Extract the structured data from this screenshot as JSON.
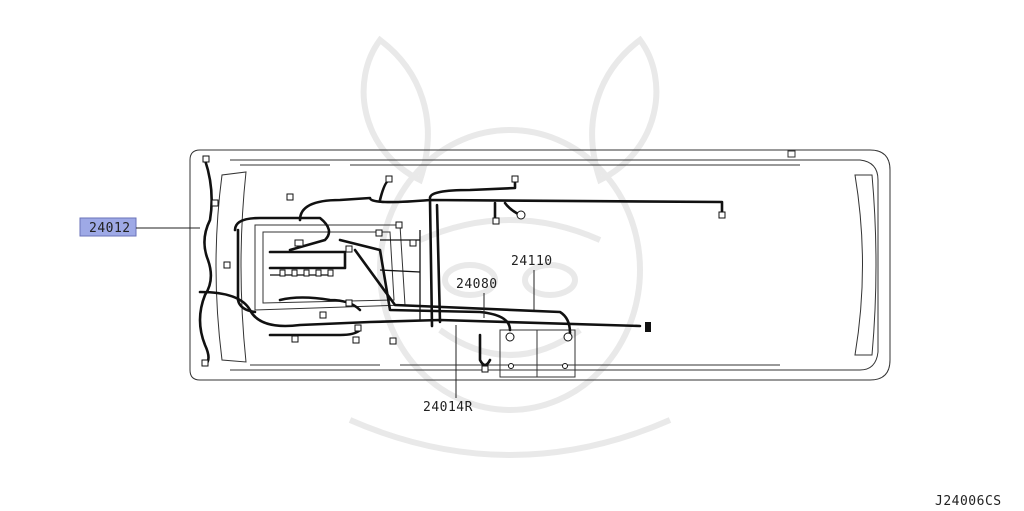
{
  "labels": {
    "part_24012": "24012",
    "part_24110": "24110",
    "part_24080": "24080",
    "part_24014r": "24014R",
    "diagram_code": "J24006CS"
  },
  "colors": {
    "highlight": "#9ea9e6",
    "line": "#111111",
    "watermark": "#e9e9e9"
  }
}
